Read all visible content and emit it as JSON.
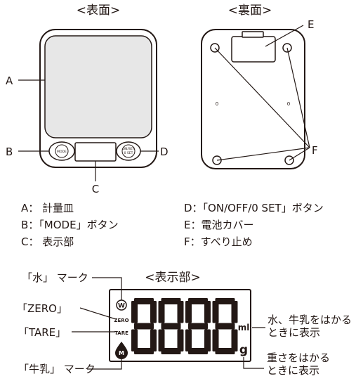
{
  "front": {
    "heading": "<表面>",
    "callouts": {
      "A": "A",
      "B": "B",
      "C": "C",
      "D": "D"
    },
    "mode_text": "MODE",
    "onset_text": "ON/SET",
    "zero_text": "0 SET"
  },
  "back": {
    "heading": "<裏面>",
    "callouts": {
      "E": "E",
      "F": "F"
    },
    "feet_marks": [
      "0",
      "0"
    ]
  },
  "legend": {
    "left": [
      "A： 計量皿",
      "B：「MODE」ボタン",
      "C： 表示部"
    ],
    "right": [
      "D：「ON/OFF/0 SET」ボタン",
      "E：電池カバー",
      "F：すべり止め"
    ]
  },
  "display": {
    "heading": "<表示部>",
    "digits": "8888",
    "unit_ml": "ml",
    "unit_g": "g",
    "water_icon": "W",
    "milk_icon": "M",
    "zero_text": "ZERO",
    "tare_text": "TARE",
    "labels": {
      "water_mark": "「水」 マーク",
      "zero": "「ZERO」",
      "tare": "「TARE」",
      "milk_mark": "「牛乳」 マーク",
      "ml_note": [
        "水、牛乳をはかる",
        "ときに表示"
      ],
      "g_note": [
        "重さをはかる",
        "ときに表示"
      ]
    }
  }
}
